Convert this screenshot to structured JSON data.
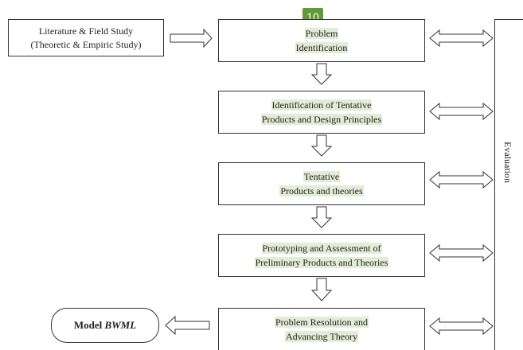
{
  "badge": "10",
  "literature": {
    "line1": "Literature & Field Study",
    "line2": "(Theoretic & Empiric Study)"
  },
  "steps": [
    {
      "line1": "Problem",
      "line2": "Identification"
    },
    {
      "line1": "Identification of Tentative",
      "line2": "Products and Design Principles"
    },
    {
      "line1": "Tentative",
      "line2": "Products and theories"
    },
    {
      "line1": "Prototyping and Assessment of",
      "line2": "Preliminary Products and Theories"
    },
    {
      "line1": "Problem Resolution and",
      "line2": "Advancing Theory"
    }
  ],
  "model": {
    "prefix": "Model ",
    "name": "BWML"
  },
  "evaluation_label": "Evaluation"
}
